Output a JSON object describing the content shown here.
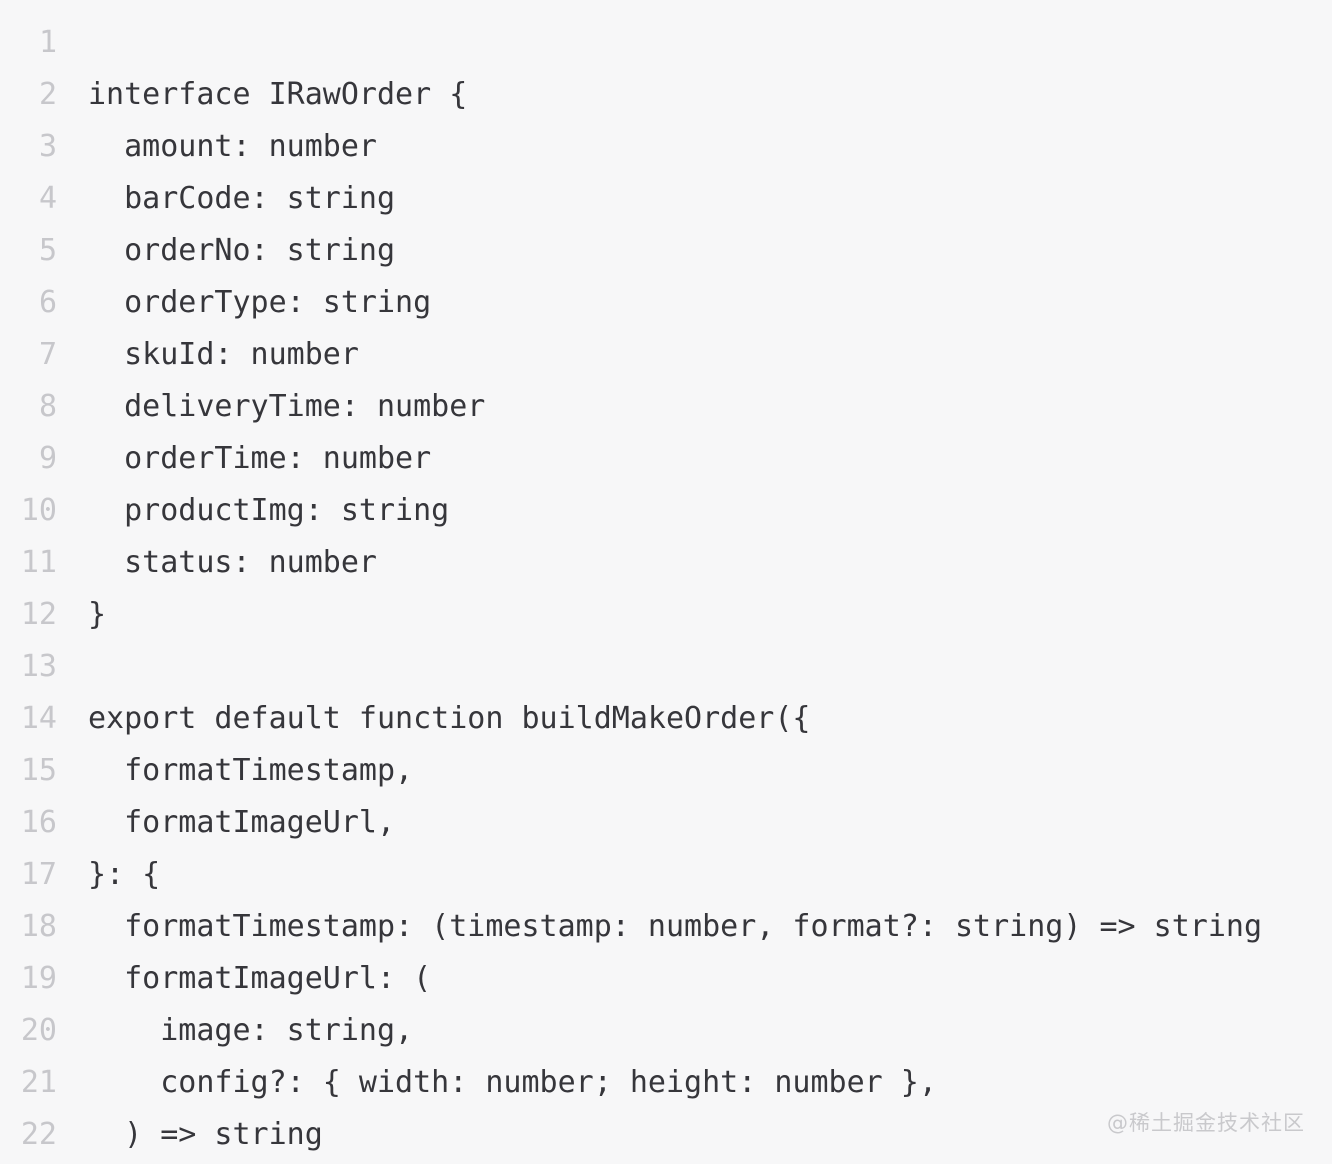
{
  "editor": {
    "language": "typescript",
    "colors": {
      "background": "#f7f7f8",
      "text": "#36363b",
      "gutter": "#c7c7cb",
      "watermark": "#c9c9cc"
    },
    "lines": [
      {
        "number": "1",
        "code": ""
      },
      {
        "number": "2",
        "code": "interface IRawOrder {"
      },
      {
        "number": "3",
        "code": "  amount: number"
      },
      {
        "number": "4",
        "code": "  barCode: string"
      },
      {
        "number": "5",
        "code": "  orderNo: string"
      },
      {
        "number": "6",
        "code": "  orderType: string"
      },
      {
        "number": "7",
        "code": "  skuId: number"
      },
      {
        "number": "8",
        "code": "  deliveryTime: number"
      },
      {
        "number": "9",
        "code": "  orderTime: number"
      },
      {
        "number": "10",
        "code": "  productImg: string"
      },
      {
        "number": "11",
        "code": "  status: number"
      },
      {
        "number": "12",
        "code": "}"
      },
      {
        "number": "13",
        "code": ""
      },
      {
        "number": "14",
        "code": "export default function buildMakeOrder({"
      },
      {
        "number": "15",
        "code": "  formatTimestamp,"
      },
      {
        "number": "16",
        "code": "  formatImageUrl,"
      },
      {
        "number": "17",
        "code": "}: {"
      },
      {
        "number": "18",
        "code": "  formatTimestamp: (timestamp: number, format?: string) => string"
      },
      {
        "number": "19",
        "code": "  formatImageUrl: ("
      },
      {
        "number": "20",
        "code": "    image: string,"
      },
      {
        "number": "21",
        "code": "    config?: { width: number; height: number },"
      },
      {
        "number": "22",
        "code": "  ) => string"
      }
    ]
  },
  "watermark": {
    "text": "@稀土掘金技术社区"
  }
}
